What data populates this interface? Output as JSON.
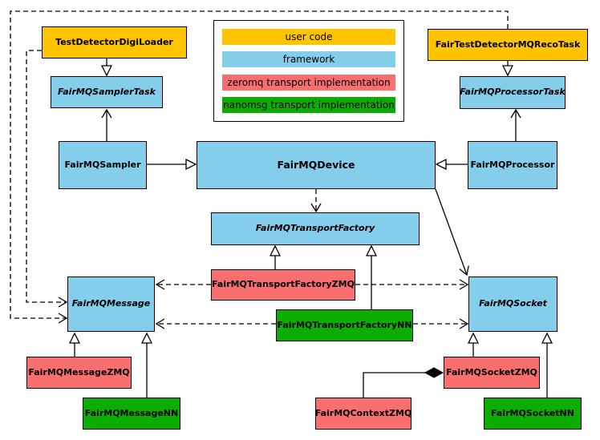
{
  "legend": {
    "items": [
      {
        "label": "user code",
        "color": "#FFC400"
      },
      {
        "label": "framework",
        "color": "#84CEEB"
      },
      {
        "label": "zeromq transport implementation",
        "color": "#F96E6E"
      },
      {
        "label": "nanomsg transport implementation",
        "color": "#0BAE00"
      }
    ]
  },
  "nodes": {
    "digi_loader": {
      "label": "TestDetectorDigiLoader",
      "category": "user code",
      "abstract": false
    },
    "sampler_task": {
      "label": "FairMQSamplerTask",
      "category": "framework",
      "abstract": true
    },
    "reco_task": {
      "label": "FairTestDetectorMQRecoTask",
      "category": "user code",
      "abstract": false
    },
    "processor_task": {
      "label": "FairMQProcessorTask",
      "category": "framework",
      "abstract": true
    },
    "sampler": {
      "label": "FairMQSampler",
      "category": "framework",
      "abstract": false
    },
    "device": {
      "label": "FairMQDevice",
      "category": "framework",
      "abstract": false
    },
    "processor": {
      "label": "FairMQProcessor",
      "category": "framework",
      "abstract": false
    },
    "transport_factory": {
      "label": "FairMQTransportFactory",
      "category": "framework",
      "abstract": true
    },
    "transport_factory_zmq": {
      "label": "FairMQTransportFactoryZMQ",
      "category": "zeromq transport implementation",
      "abstract": false
    },
    "transport_factory_nn": {
      "label": "FairMQTransportFactoryNN",
      "category": "nanomsg transport implementation",
      "abstract": false
    },
    "message": {
      "label": "FairMQMessage",
      "category": "framework",
      "abstract": true
    },
    "socket": {
      "label": "FairMQSocket",
      "category": "framework",
      "abstract": true
    },
    "message_zmq": {
      "label": "FairMQMessageZMQ",
      "category": "zeromq transport implementation",
      "abstract": false
    },
    "message_nn": {
      "label": "FairMQMessageNN",
      "category": "nanomsg transport implementation",
      "abstract": false
    },
    "socket_zmq": {
      "label": "FairMQSocketZMQ",
      "category": "zeromq transport implementation",
      "abstract": false
    },
    "context_zmq": {
      "label": "FairMQContextZMQ",
      "category": "zeromq transport implementation",
      "abstract": false
    },
    "socket_nn": {
      "label": "FairMQSocketNN",
      "category": "nanomsg transport implementation",
      "abstract": false
    }
  },
  "edges": [
    {
      "from": "digi_loader",
      "to": "sampler_task",
      "type": "inheritance",
      "line": "solid"
    },
    {
      "from": "sampler",
      "to": "sampler_task",
      "type": "association",
      "line": "solid"
    },
    {
      "from": "reco_task",
      "to": "processor_task",
      "type": "inheritance",
      "line": "solid"
    },
    {
      "from": "processor",
      "to": "processor_task",
      "type": "association",
      "line": "solid"
    },
    {
      "from": "sampler",
      "to": "device",
      "type": "inheritance",
      "line": "solid"
    },
    {
      "from": "processor",
      "to": "device",
      "type": "inheritance",
      "line": "solid"
    },
    {
      "from": "device",
      "to": "transport_factory",
      "type": "dependency",
      "line": "dashed"
    },
    {
      "from": "device",
      "to": "socket",
      "type": "association",
      "line": "solid"
    },
    {
      "from": "transport_factory_zmq",
      "to": "transport_factory",
      "type": "inheritance",
      "line": "solid"
    },
    {
      "from": "transport_factory_nn",
      "to": "transport_factory",
      "type": "inheritance",
      "line": "solid"
    },
    {
      "from": "transport_factory_zmq",
      "to": "message",
      "type": "dependency",
      "line": "dashed"
    },
    {
      "from": "transport_factory_zmq",
      "to": "socket",
      "type": "dependency",
      "line": "dashed"
    },
    {
      "from": "transport_factory_nn",
      "to": "message",
      "type": "dependency",
      "line": "dashed"
    },
    {
      "from": "transport_factory_nn",
      "to": "socket",
      "type": "dependency",
      "line": "dashed"
    },
    {
      "from": "digi_loader",
      "to": "message",
      "type": "dependency",
      "line": "dashed"
    },
    {
      "from": "reco_task",
      "to": "message",
      "type": "dependency",
      "line": "dashed"
    },
    {
      "from": "message_zmq",
      "to": "message",
      "type": "inheritance",
      "line": "solid"
    },
    {
      "from": "message_nn",
      "to": "message",
      "type": "inheritance",
      "line": "solid"
    },
    {
      "from": "socket_zmq",
      "to": "socket",
      "type": "inheritance",
      "line": "solid"
    },
    {
      "from": "socket_nn",
      "to": "socket",
      "type": "inheritance",
      "line": "solid"
    },
    {
      "from": "context_zmq",
      "to": "socket_zmq",
      "type": "composition",
      "line": "solid"
    }
  ]
}
